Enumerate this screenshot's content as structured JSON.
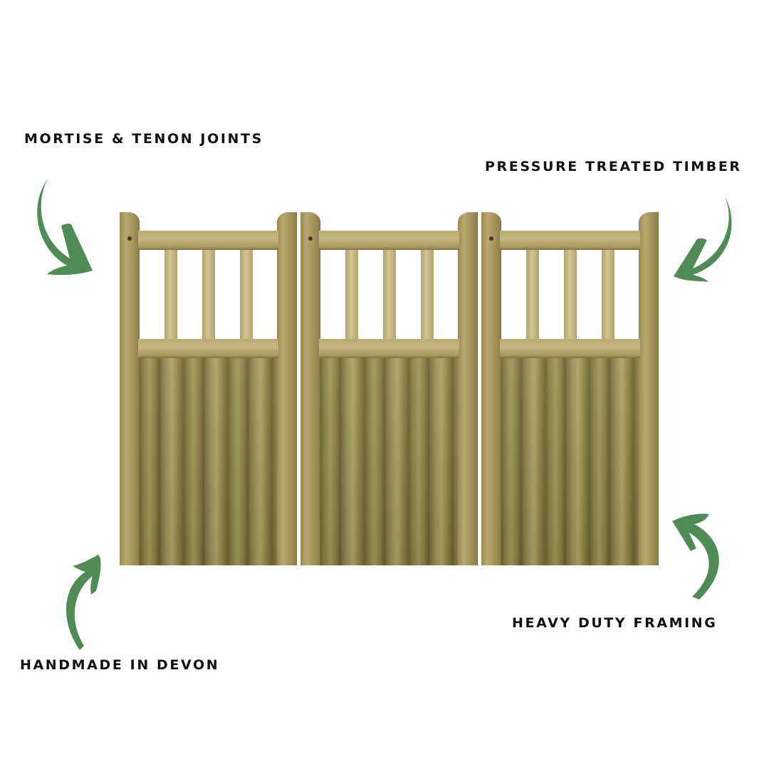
{
  "labels": {
    "top_left": "MORTISE & TENON JOINTS",
    "top_right": "PRESSURE TREATED TIMBER",
    "bottom_left": "HANDMADE IN DEVON",
    "bottom_right": "HEAVY DUTY FRAMING"
  },
  "image": {
    "subject": "three wooden gates with slatted top section and boarded lower panel",
    "gate_count": 3
  },
  "colors": {
    "arrow": "#4f8c55",
    "text": "#111111",
    "background": "#ffffff"
  },
  "icons": [
    "curved-arrow-icon",
    "curved-arrow-icon",
    "curved-arrow-icon",
    "curved-arrow-icon"
  ]
}
